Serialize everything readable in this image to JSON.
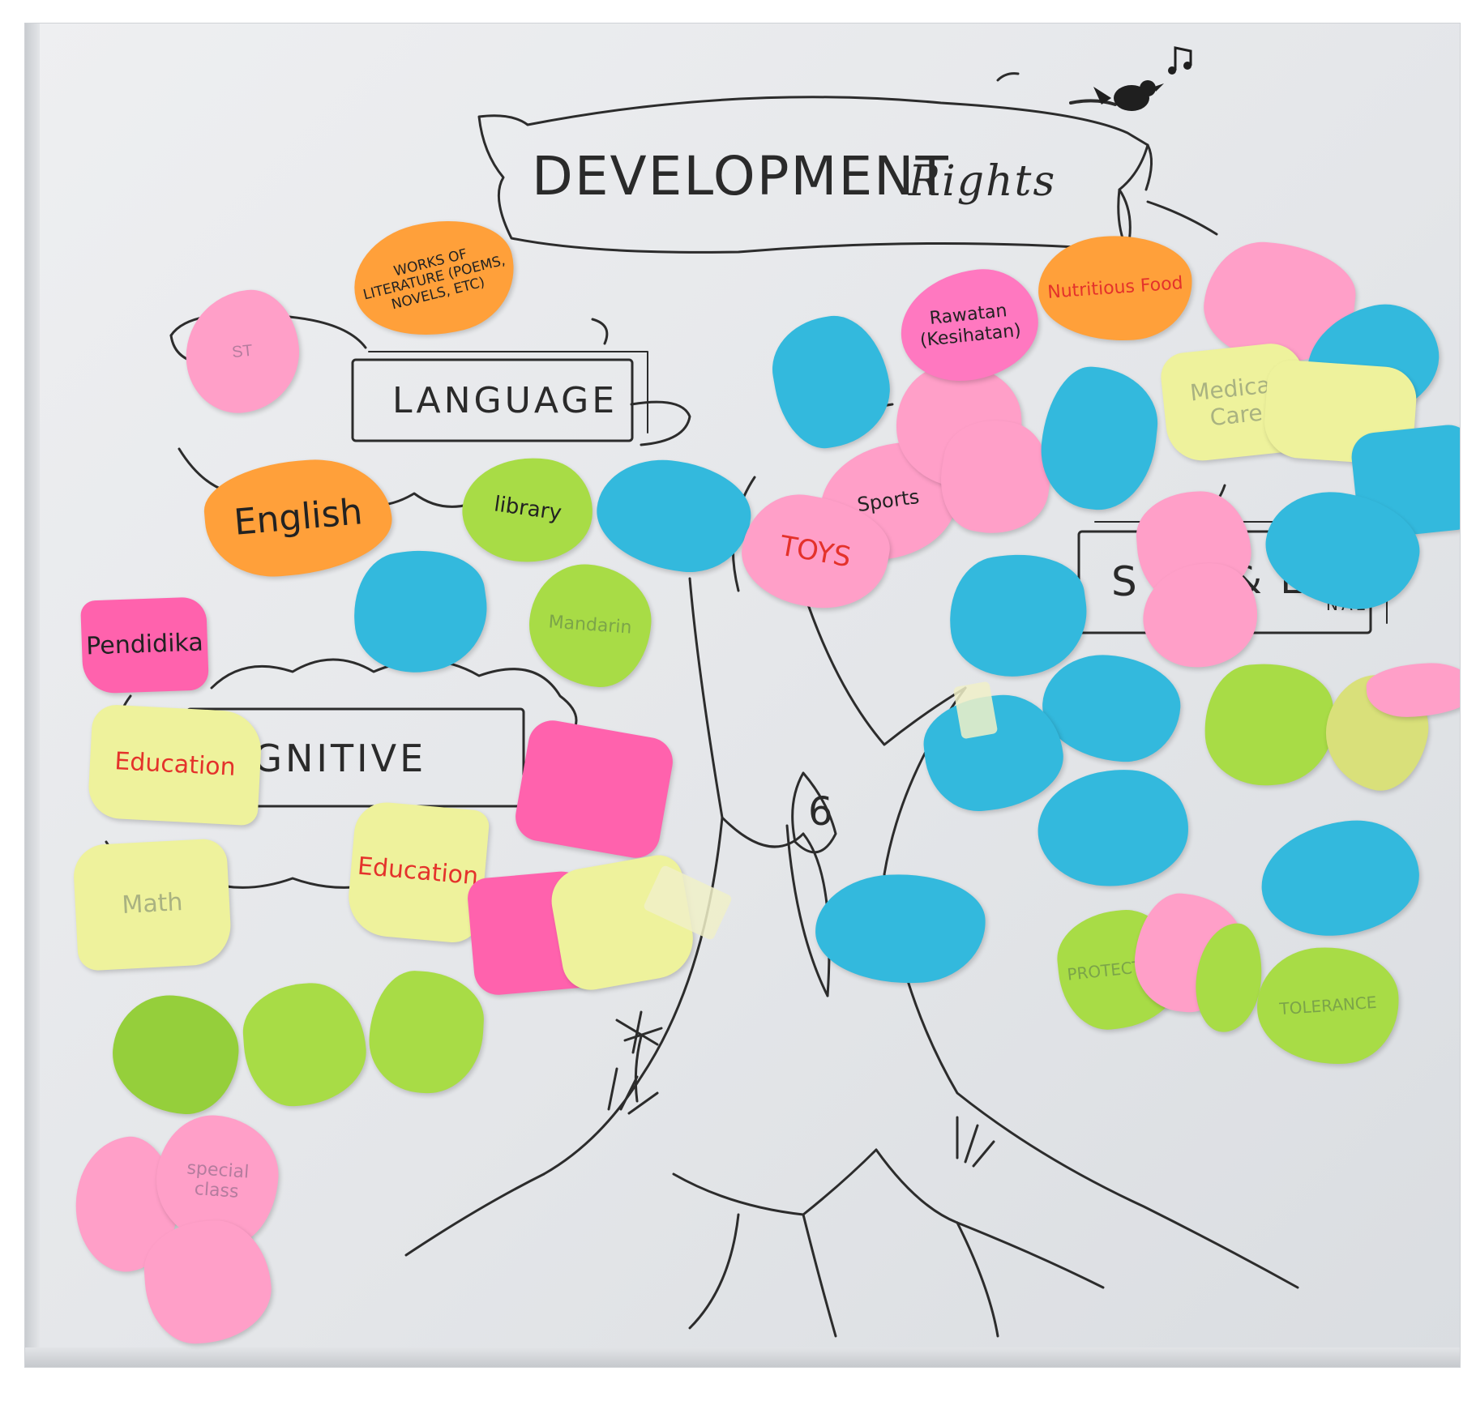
{
  "title": {
    "main": "DEVELOPMENT",
    "sub": "Rights"
  },
  "boxes": {
    "language": "LANGUAGE",
    "cognitive": "COGNITIVE",
    "social_emotional_1": "S",
    "social_emotional_2": "& EMO",
    "social_emotional_3": "NAL",
    "tree_number": "6"
  },
  "notes": {
    "works_of_literature": "WORKS OF LITERATURE (POEMS, NOVELS, ETC)",
    "english": "English",
    "library": "library",
    "mandarin": "Mandarin",
    "pendidikan": "Pendidika",
    "education_1": "Education",
    "education_2": "Education",
    "math": "Math",
    "sports": "Sports",
    "toys": "TOYS",
    "rawatan": "Rawatan (Kesihatan)",
    "nutritious_food": "Nutritious Food",
    "medical_care": "Medical Care",
    "protection": "PROTECTION",
    "tolerance": "TOLERANCE",
    "special_class": "special class"
  },
  "colors": {
    "pink": "#ff9fc8",
    "hot_pink": "#ff62ad",
    "orange": "#ffa03a",
    "blue": "#33b9dd",
    "green": "#a8dc46",
    "yellow": "#eef29c",
    "ink": "#2a2a2a",
    "red_ink": "#e4322b"
  }
}
